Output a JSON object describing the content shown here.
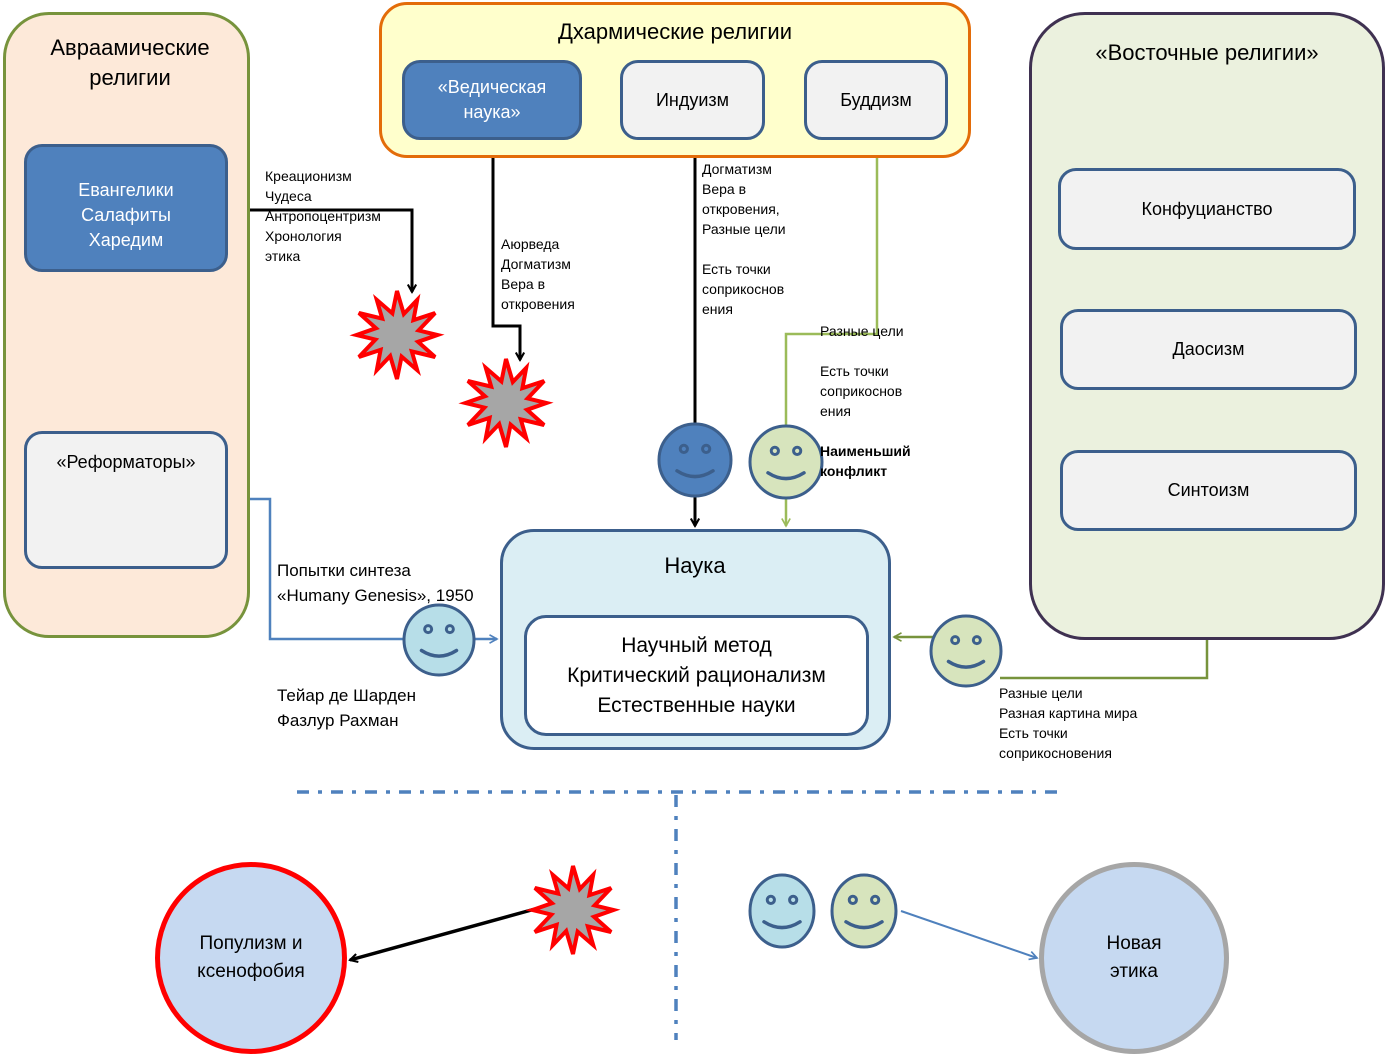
{
  "abrahamic": {
    "title": "Авраамические религии",
    "fundamentalists": [
      "Евангелики",
      "Салафиты",
      "Харедим"
    ],
    "reformers": "«Реформаторы»",
    "conflict_notes": "Креационизм\nЧудеса\nАнтропоцентризм\nХронология\nэтика",
    "synthesis_notes": "Попытки синтеза\n«Humany Genesis», 1950",
    "synthesis_people": "Тейар де Шарден\nФазлур Рахман"
  },
  "dharmic": {
    "title": "Дхармические религии",
    "vedic": "«Ведическая наука»",
    "hinduism": "Индуизм",
    "buddhism": "Буддизм",
    "vedic_notes": "Аюрведа\nДогматизм\nВера в\nоткровения",
    "hinduism_notes": "Догматизм\nВера в\nоткровения,\nРазные цели\n\nЕсть точки\nсоприкоснов\nения",
    "buddhism_notes": "Разные цели\n\nЕсть точки\nсоприкоснов\nения",
    "buddhism_notes_bold": "Наименьший\nконфликт"
  },
  "eastern": {
    "title": "«Восточные религии»",
    "items": [
      "Конфуцианство",
      "Даосизм",
      "Синтоизм"
    ],
    "notes": "Разные цели\nРазная картина мира\nЕсть точки\nсоприкосновения"
  },
  "science": {
    "title": "Наука",
    "items": [
      "Научный метод",
      "Критический рационализм",
      "Естественные науки"
    ]
  },
  "outcomes": {
    "populism": "Популизм и\nксенофобия",
    "new_ethics": "Новая\nэтика"
  },
  "icons": {
    "conflict": "explosion-icon",
    "harmony": "smiley-face-icon"
  },
  "colors": {
    "abrahamic_fill": "#fde9d9",
    "abrahamic_border": "#77933c",
    "dharmic_fill": "#ffffcc",
    "dharmic_border": "#e36c09",
    "eastern_fill": "#ebf1de",
    "eastern_border": "#3f3151",
    "science_fill": "#dbeef4",
    "accent_blue": "#4f81bd",
    "border_blue": "#3c5f8c",
    "green_line": "#9bbb59",
    "olive_line": "#77933c",
    "conflict_red": "#ff0000",
    "conflict_gray": "#a6a6a6",
    "outcome_fill": "#c6d9f1"
  }
}
